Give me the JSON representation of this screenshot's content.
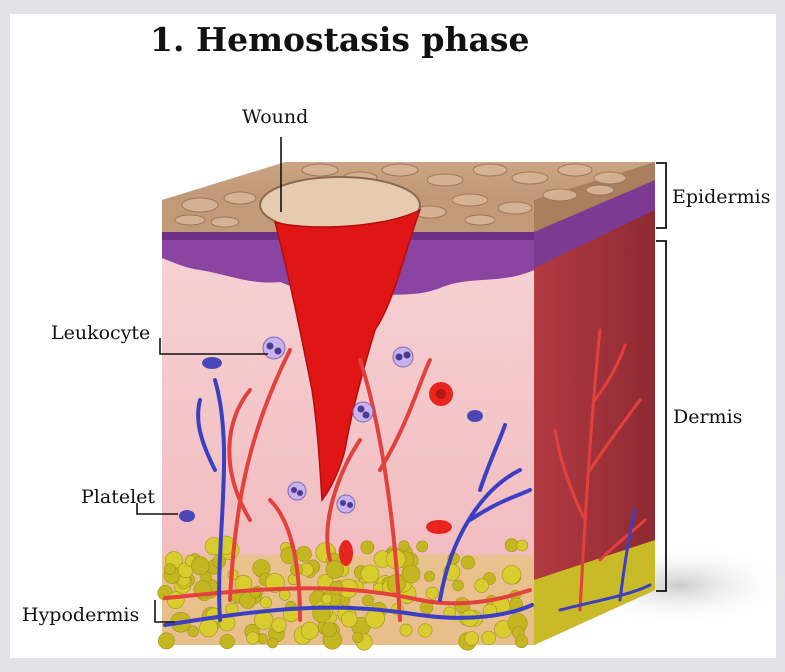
{
  "title": "1. Hemostasis phase",
  "labels": {
    "wound": "Wound",
    "leukocyte": "Leukocyte",
    "platelet": "Platelet",
    "hypodermis": "Hypodermis",
    "epidermis": "Epidermis",
    "dermis": "Dermis"
  },
  "colors": {
    "skin_surface": "#c7a07e",
    "epidermis_band": "#8a45a2",
    "dermis": "#f4c3c6",
    "dermis_side": "#a5333a",
    "wound_clot": "#e01515",
    "fat": "#d9cc2e",
    "artery": "#e2413e",
    "vein": "#3b3fc4",
    "leukocyte": "#c9b3ec",
    "platelet": "#4a47b8",
    "red_blood_cell": "#e8241f"
  }
}
